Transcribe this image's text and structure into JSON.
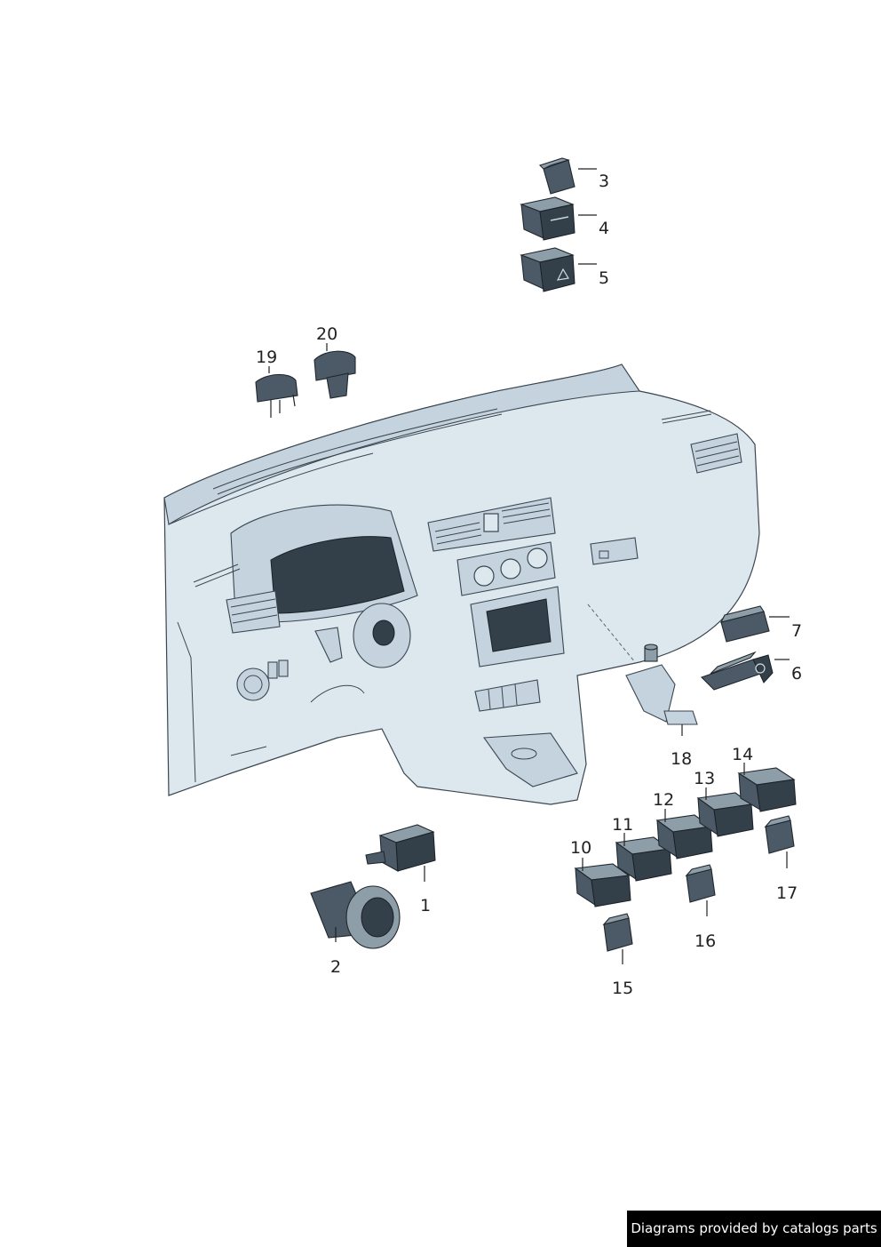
{
  "callouts": {
    "c1": "1",
    "c2": "2",
    "c3": "3",
    "c4": "4",
    "c5": "5",
    "c6": "6",
    "c7": "7",
    "c10": "10",
    "c11": "11",
    "c12": "12",
    "c13": "13",
    "c14": "14",
    "c15": "15",
    "c16": "16",
    "c17": "17",
    "c18": "18",
    "c19": "19",
    "c20": "20"
  },
  "credit": "Diagrams provided by catalogs parts"
}
